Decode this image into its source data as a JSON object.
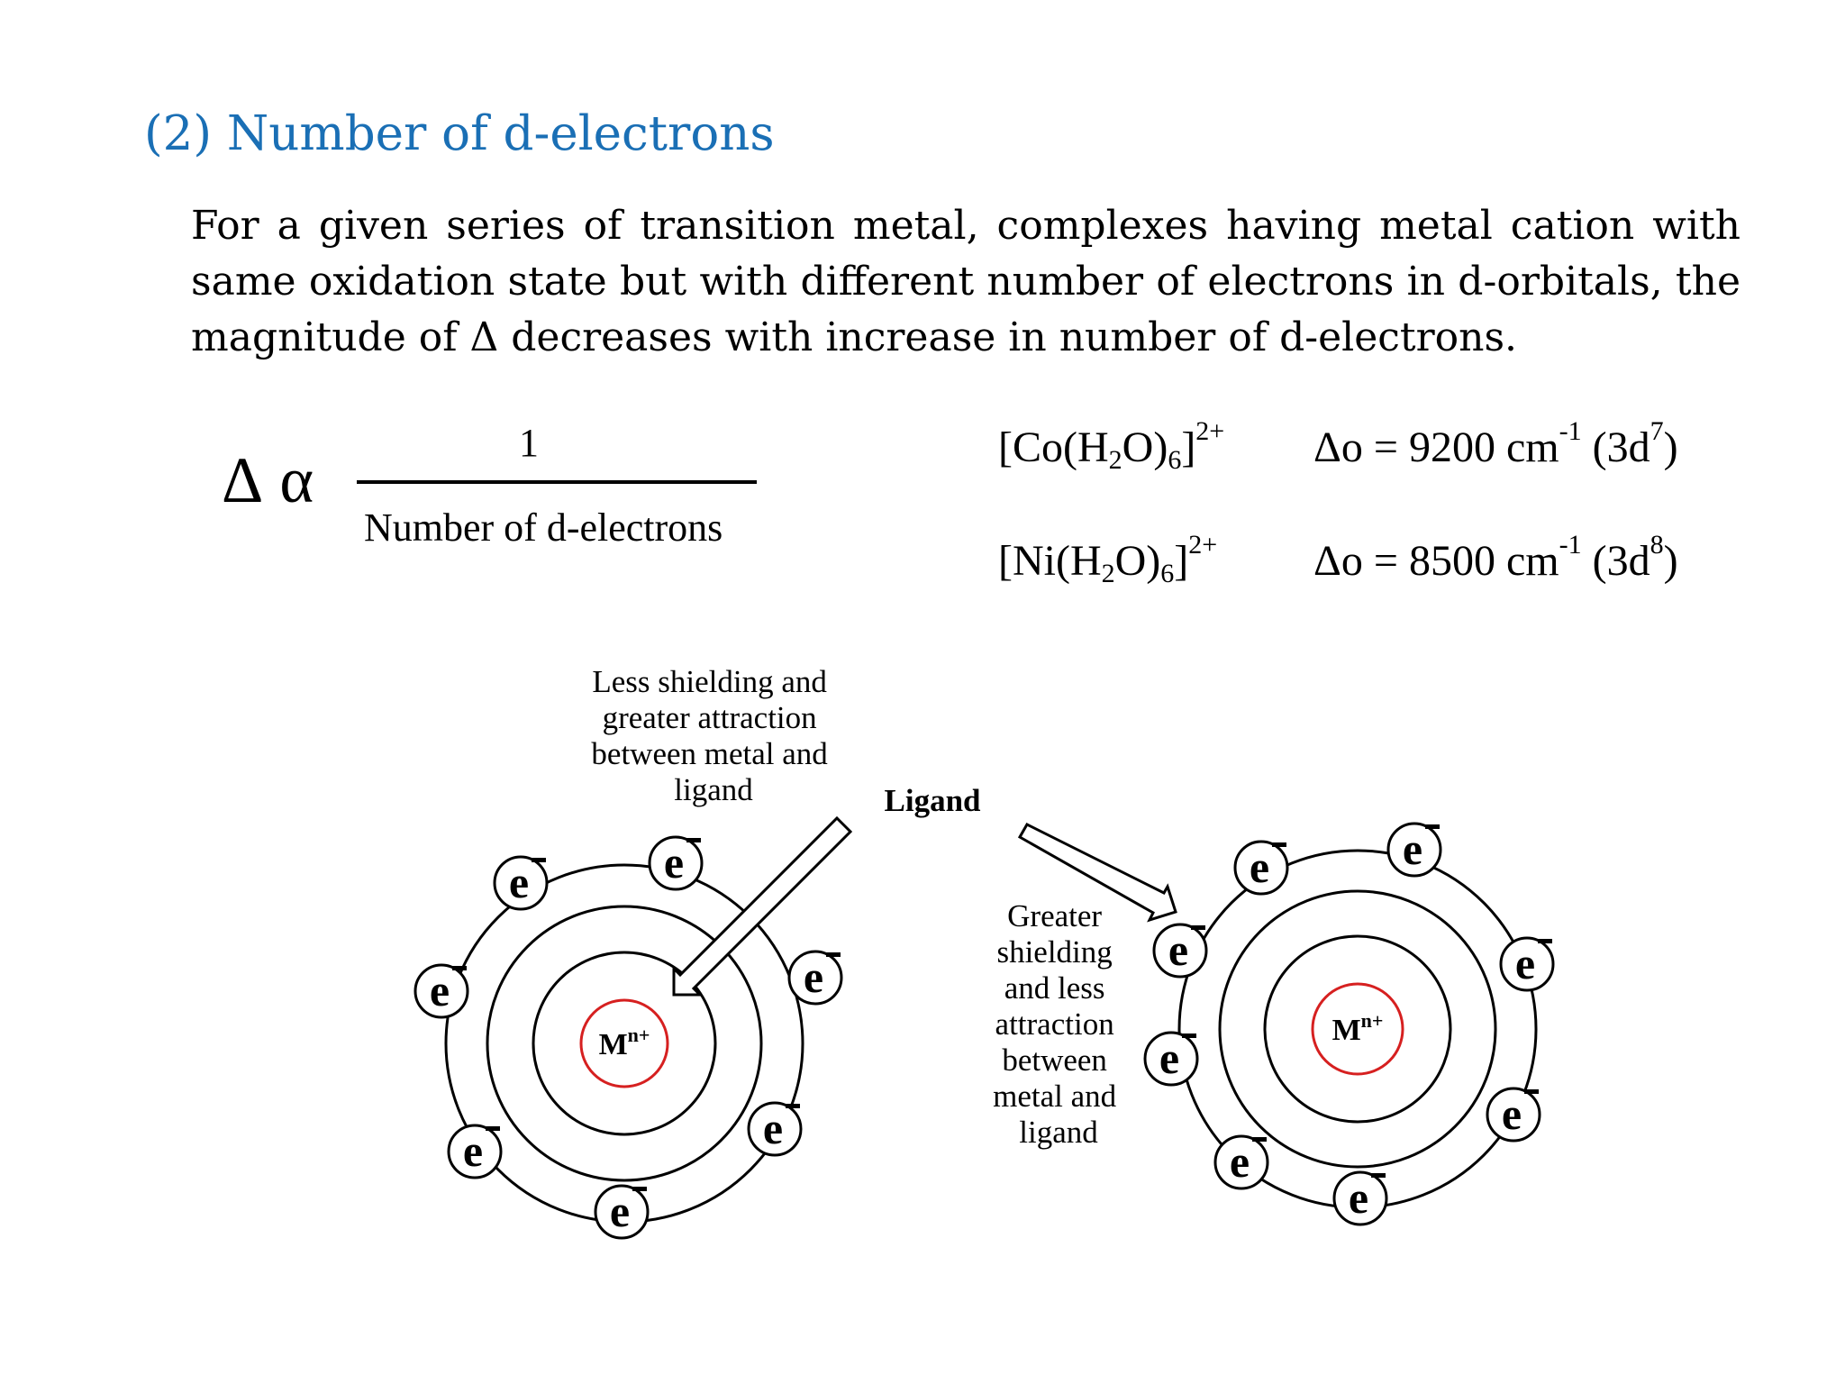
{
  "heading": "(2) Number of d-electrons",
  "paragraph": "For a given series of transition metal, complexes having metal cation with same oxidation state but with different number of electrons in d-orbitals, the magnitude of  Δ decreases with increase in number of d-electrons.",
  "relation": {
    "lhs": "Δ",
    "symbol": "α",
    "numerator": "1",
    "denominator": "Number of d-electrons"
  },
  "complexes": [
    {
      "metal": "[Co(H",
      "sub1": "2",
      "mid": "O)",
      "sub2": "6",
      "close": "]",
      "charge": "2+",
      "delta_label": "Δo = 9200 cm",
      "unit_exp": "-1",
      "config_open": " (3d",
      "config_exp": "7",
      "config_close": ")"
    },
    {
      "metal": "[Ni(H",
      "sub1": "2",
      "mid": "O)",
      "sub2": "6",
      "close": "]",
      "charge": "2+",
      "delta_label": "Δo = 8500 cm",
      "unit_exp": "-1",
      "config_open": " (3d",
      "config_exp": "8",
      "config_close": ")"
    }
  ],
  "diagram": {
    "left_label_lines": [
      "Less shielding and",
      "greater attraction",
      "between metal and",
      "ligand"
    ],
    "ligand_label": "Ligand",
    "right_label_lines": [
      "Greater",
      "shielding",
      "and less",
      "attraction",
      "between",
      "metal and",
      "ligand"
    ],
    "metal_base": "M",
    "metal_sup": "n+",
    "electron": "e",
    "electron_charge": "-",
    "colors": {
      "nucleus_ring": "#d62020",
      "heading": "#1a6fb5"
    }
  }
}
